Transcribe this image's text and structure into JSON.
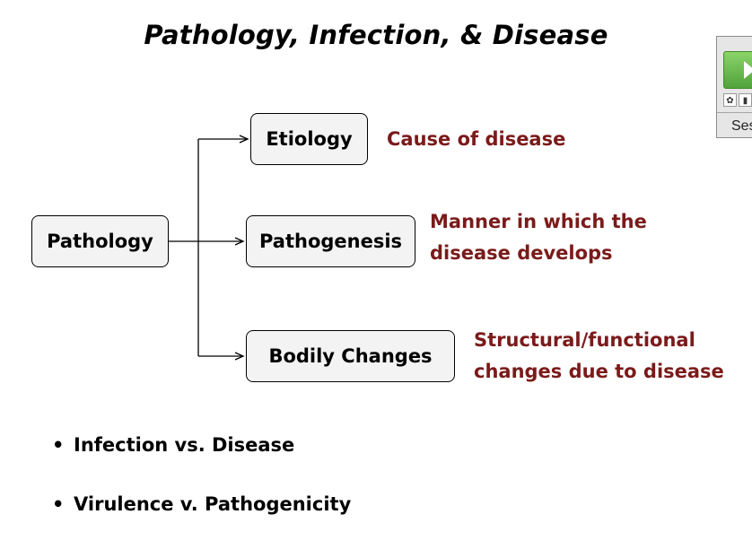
{
  "title": "Pathology, Infection, & Disease",
  "diagram": {
    "root": "Pathology",
    "branches": [
      {
        "label": "Etiology",
        "description_lines": [
          "Cause of disease"
        ]
      },
      {
        "label": "Pathogenesis",
        "description_lines": [
          "Manner in which the",
          "disease develops"
        ]
      },
      {
        "label": "Bodily Changes",
        "description_lines": [
          "Structural/functional",
          "changes due to disease"
        ]
      }
    ]
  },
  "bullets": [
    "Infection vs. Disease",
    "Virulence v. Pathogenicity"
  ],
  "bullet_glyph": "•",
  "widget": {
    "label": "Ses",
    "tool_icons": [
      "gear-icon",
      "bar-chart-icon"
    ],
    "play_color": "#5db347"
  },
  "colors": {
    "description": "#7b1a1a",
    "node_fill": "#f3f3f3"
  }
}
